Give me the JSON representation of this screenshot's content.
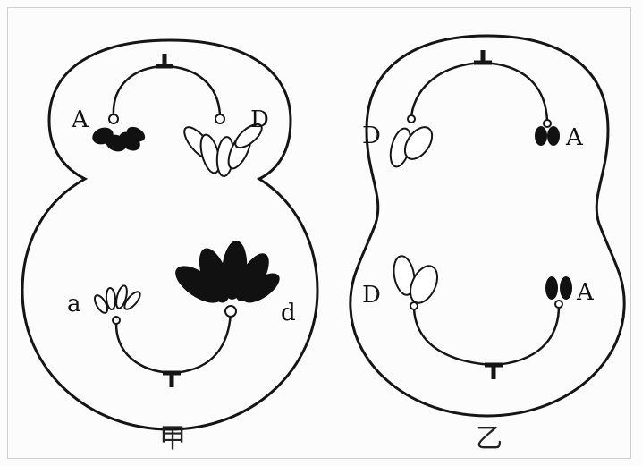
{
  "panels": [
    {
      "caption": "甲",
      "labels": {
        "top_left": "A",
        "top_right": "D",
        "bottom_left": "a",
        "bottom_right": "d"
      }
    },
    {
      "caption": "乙",
      "labels": {
        "top_left": "D",
        "top_right": "A",
        "bottom_left": "D",
        "bottom_right": "A"
      }
    }
  ],
  "colors": {
    "line": "#151515",
    "filled_chromatid": "#111111",
    "hollow_chromatid": "#ffffff",
    "background": "#fcfcfc",
    "frame": "#cfcfcf"
  }
}
